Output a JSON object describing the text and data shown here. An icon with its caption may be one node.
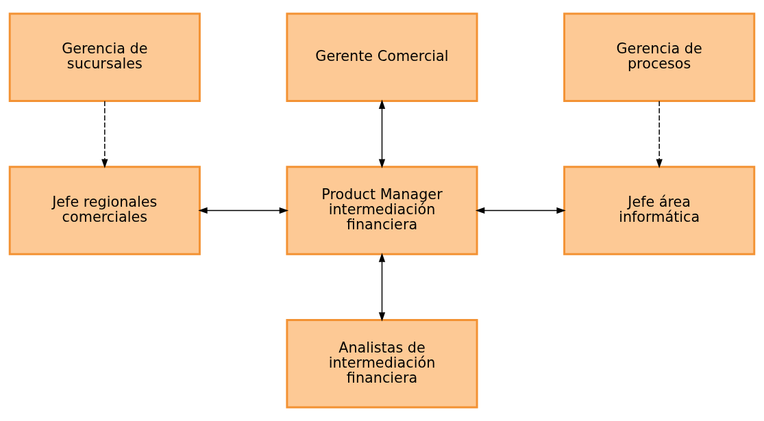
{
  "diagram": {
    "nodes": [
      {
        "text": [
          "Gerencia de sucursales"
        ]
      },
      {
        "text": [
          "Gerente Comercial"
        ]
      },
      {
        "text": [
          "Gerencia de procesos"
        ]
      },
      {
        "text": [
          "Jefe regionales comerciales"
        ]
      },
      {
        "text": [
          "Product Manager intermediación financiera"
        ]
      },
      {
        "text": [
          "Jefe área informática"
        ]
      },
      {
        "text": [
          "Analistas de intermediación financiera"
        ]
      }
    ],
    "edges": [
      {
        "from": 0,
        "to": 3,
        "arrow": "to",
        "style": "dashed"
      },
      {
        "from": 1,
        "to": 4,
        "arrow": "both"
      },
      {
        "from": 2,
        "to": 5,
        "arrow": "to",
        "style": "dashed"
      },
      {
        "from": 3,
        "to": 4,
        "arrow": "both"
      },
      {
        "from": 4,
        "to": 5,
        "arrow": "both"
      },
      {
        "from": 4,
        "to": 6,
        "arrow": "both"
      }
    ]
  }
}
